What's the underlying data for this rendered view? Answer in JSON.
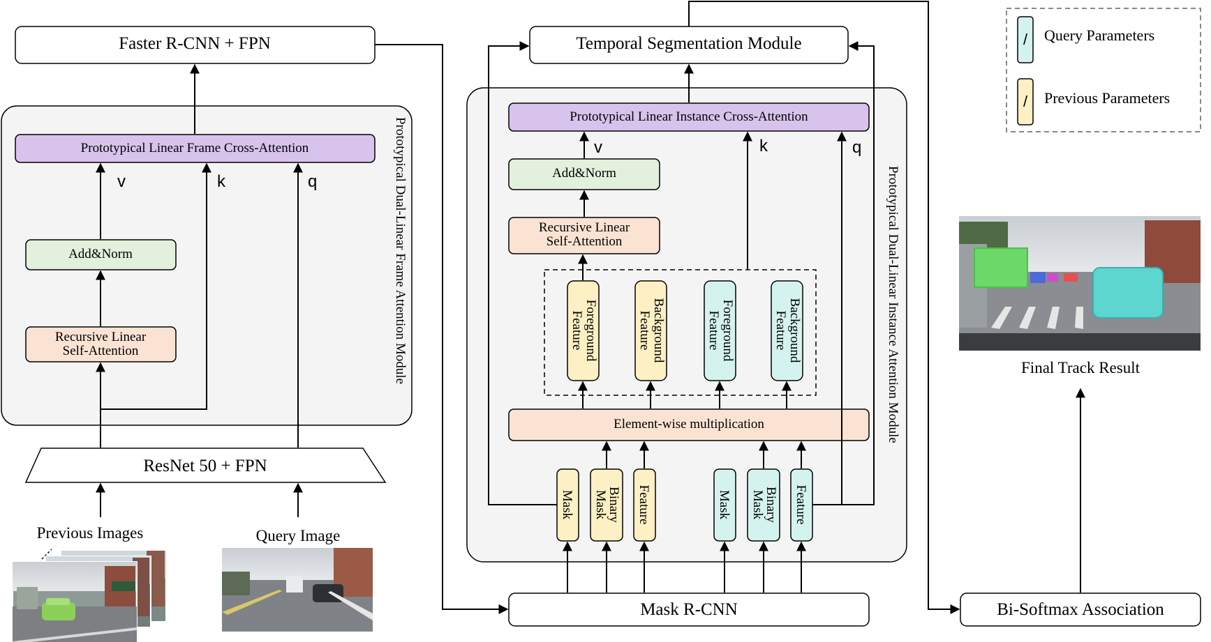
{
  "colors": {
    "panel_fill": "#f4f4f4",
    "purple": "#d8c3ec",
    "green": "#e3f0dc",
    "peach": "#fbe3d3",
    "yellow": "#fdf0c4",
    "cyan": "#d5f3ee",
    "stroke": "#000000"
  },
  "left": {
    "faster_rcnn": "Faster R-CNN + FPN",
    "panel_label": "Prototypical Dual-Linear Frame Attention Module",
    "cross_attention": "Prototypical Linear Frame Cross-Attention",
    "add_norm": "Add&Norm",
    "recursive_line1": "Recursive Linear",
    "recursive_line2": "Self-Attention",
    "v": "v",
    "k": "k",
    "q": "q",
    "backbone": "ResNet 50 + FPN",
    "previous_images": "Previous Images",
    "query_image": "Query Image"
  },
  "middle": {
    "temporal": "Temporal Segmentation Module",
    "panel_label": "Prototypical Dual-Linear Instance Attention Module",
    "cross_attention": "Prototypical Linear Instance Cross-Attention",
    "add_norm": "Add&Norm",
    "recursive_line1": "Recursive Linear",
    "recursive_line2": "Self-Attention",
    "v": "v",
    "k": "k",
    "q": "q",
    "features": [
      {
        "line1": "Foreground",
        "line2": "Feature",
        "color": "yellow"
      },
      {
        "line1": "Background",
        "line2": "Feature",
        "color": "yellow"
      },
      {
        "line1": "Foreground",
        "line2": "Feature",
        "color": "cyan"
      },
      {
        "line1": "Background",
        "line2": "Feature",
        "color": "cyan"
      }
    ],
    "elementwise": "Element-wise multiplication",
    "inputs": [
      {
        "line1": "Mask",
        "line2": "",
        "color": "yellow"
      },
      {
        "line1": "Binary",
        "line2": "Mask",
        "color": "yellow"
      },
      {
        "line1": "Feature",
        "line2": "",
        "color": "yellow"
      },
      {
        "line1": "Mask",
        "line2": "",
        "color": "cyan"
      },
      {
        "line1": "Binary",
        "line2": "Mask",
        "color": "cyan"
      },
      {
        "line1": "Feature",
        "line2": "",
        "color": "cyan"
      }
    ],
    "mask_rcnn": "Mask R-CNN"
  },
  "right": {
    "legend_query": "Query Parameters",
    "legend_previous": "Previous Parameters",
    "legend_glyph": "/",
    "final_result": "Final Track Result",
    "bisoftmax": "Bi-Softmax Association"
  }
}
